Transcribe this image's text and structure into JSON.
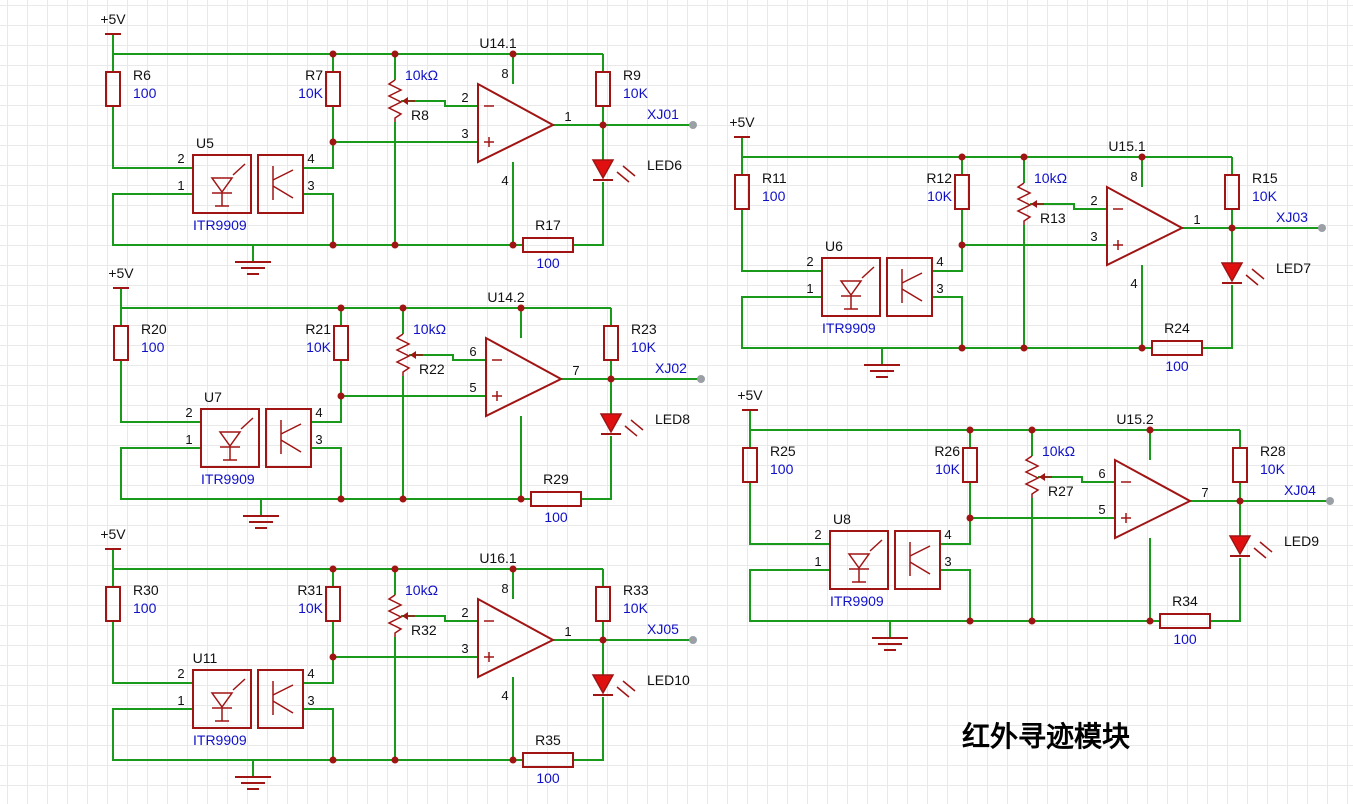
{
  "title": "红外寻迹模块",
  "colors": {
    "wire": "#1a9a1a",
    "component": "#a01414",
    "value_text": "#1010c8",
    "led": "#e01010"
  },
  "channels": [
    {
      "supply": "+5V",
      "opamp": {
        "ref": "U14.1",
        "pin_minus": "2",
        "pin_plus": "3",
        "pin_out": "1",
        "pin_vcc": "8",
        "pin_gnd": "4"
      },
      "r_emitter": {
        "ref": "R6",
        "value": "100"
      },
      "r_pullup": {
        "ref": "R7",
        "value": "10K"
      },
      "pot": {
        "ref": "R8",
        "value": "10kΩ"
      },
      "r_out": {
        "ref": "R9",
        "value": "10K"
      },
      "r_led": {
        "ref": "R17",
        "value": "100"
      },
      "sensor": {
        "ref": "U5",
        "part": "ITR9909",
        "pin_a": "2",
        "pin_k": "1",
        "pin_c": "4",
        "pin_e": "3"
      },
      "led": {
        "ref": "LED6"
      },
      "net": "XJ01"
    },
    {
      "supply": "+5V",
      "opamp": {
        "ref": "U14.2",
        "pin_minus": "6",
        "pin_plus": "5",
        "pin_out": "7",
        "pin_vcc": "",
        "pin_gnd": ""
      },
      "r_emitter": {
        "ref": "R20",
        "value": "100"
      },
      "r_pullup": {
        "ref": "R21",
        "value": "10K"
      },
      "pot": {
        "ref": "R22",
        "value": "10kΩ"
      },
      "r_out": {
        "ref": "R23",
        "value": "10K"
      },
      "r_led": {
        "ref": "R29",
        "value": "100"
      },
      "sensor": {
        "ref": "U7",
        "part": "ITR9909",
        "pin_a": "2",
        "pin_k": "1",
        "pin_c": "4",
        "pin_e": "3"
      },
      "led": {
        "ref": "LED8"
      },
      "net": "XJ02"
    },
    {
      "supply": "+5V",
      "opamp": {
        "ref": "U16.1",
        "pin_minus": "2",
        "pin_plus": "3",
        "pin_out": "1",
        "pin_vcc": "8",
        "pin_gnd": "4"
      },
      "r_emitter": {
        "ref": "R30",
        "value": "100"
      },
      "r_pullup": {
        "ref": "R31",
        "value": "10K"
      },
      "pot": {
        "ref": "R32",
        "value": "10kΩ"
      },
      "r_out": {
        "ref": "R33",
        "value": "10K"
      },
      "r_led": {
        "ref": "R35",
        "value": "100"
      },
      "sensor": {
        "ref": "U11",
        "part": "ITR9909",
        "pin_a": "2",
        "pin_k": "1",
        "pin_c": "4",
        "pin_e": "3"
      },
      "led": {
        "ref": "LED10"
      },
      "net": "XJ05"
    },
    {
      "supply": "+5V",
      "opamp": {
        "ref": "U15.1",
        "pin_minus": "2",
        "pin_plus": "3",
        "pin_out": "1",
        "pin_vcc": "8",
        "pin_gnd": "4"
      },
      "r_emitter": {
        "ref": "R11",
        "value": "100"
      },
      "r_pullup": {
        "ref": "R12",
        "value": "10K"
      },
      "pot": {
        "ref": "R13",
        "value": "10kΩ"
      },
      "r_out": {
        "ref": "R15",
        "value": "10K"
      },
      "r_led": {
        "ref": "R24",
        "value": "100"
      },
      "sensor": {
        "ref": "U6",
        "part": "ITR9909",
        "pin_a": "2",
        "pin_k": "1",
        "pin_c": "4",
        "pin_e": "3"
      },
      "led": {
        "ref": "LED7"
      },
      "net": "XJ03"
    },
    {
      "supply": "+5V",
      "opamp": {
        "ref": "U15.2",
        "pin_minus": "6",
        "pin_plus": "5",
        "pin_out": "7",
        "pin_vcc": "",
        "pin_gnd": ""
      },
      "r_emitter": {
        "ref": "R25",
        "value": "100"
      },
      "r_pullup": {
        "ref": "R26",
        "value": "10K"
      },
      "pot": {
        "ref": "R27",
        "value": "10kΩ"
      },
      "r_out": {
        "ref": "R28",
        "value": "10K"
      },
      "r_led": {
        "ref": "R34",
        "value": "100"
      },
      "sensor": {
        "ref": "U8",
        "part": "ITR9909",
        "pin_a": "2",
        "pin_k": "1",
        "pin_c": "4",
        "pin_e": "3"
      },
      "led": {
        "ref": "LED9"
      },
      "net": "XJ04"
    }
  ]
}
